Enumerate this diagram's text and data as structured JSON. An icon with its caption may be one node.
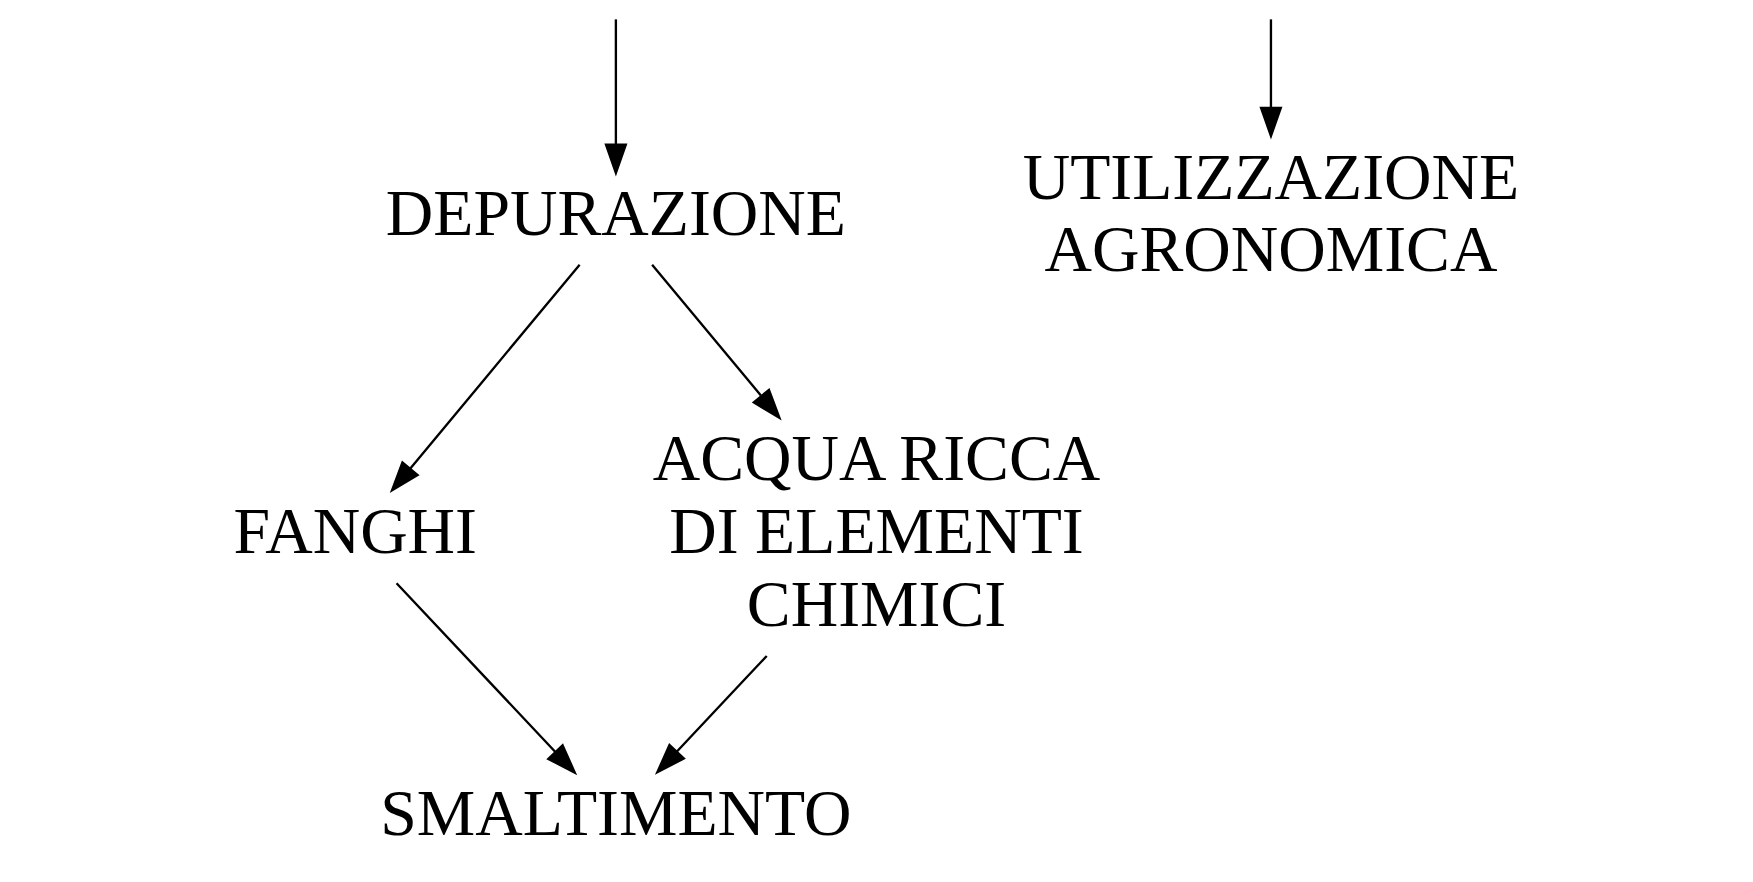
{
  "diagram": {
    "nodes": [
      {
        "text": [
          "DEPURAZIONE"
        ]
      },
      {
        "text": [
          "UTILIZZAZIONE AGRONOMICA"
        ]
      },
      {
        "text": [
          "FANGHI"
        ]
      },
      {
        "text": [
          "ACQUA RICCA DI ELEMENTI CHIMICI"
        ]
      },
      {
        "text": [
          "SMALTIMENTO"
        ]
      }
    ],
    "edges": [
      {
        "from": null,
        "to": 0,
        "arrow": "to"
      },
      {
        "from": null,
        "to": 1,
        "arrow": "to"
      },
      {
        "from": 0,
        "to": 2,
        "arrow": "to"
      },
      {
        "from": 0,
        "to": 3,
        "arrow": "to"
      },
      {
        "from": 2,
        "to": 4,
        "arrow": "to"
      },
      {
        "from": 3,
        "to": 4,
        "arrow": "to"
      }
    ]
  }
}
